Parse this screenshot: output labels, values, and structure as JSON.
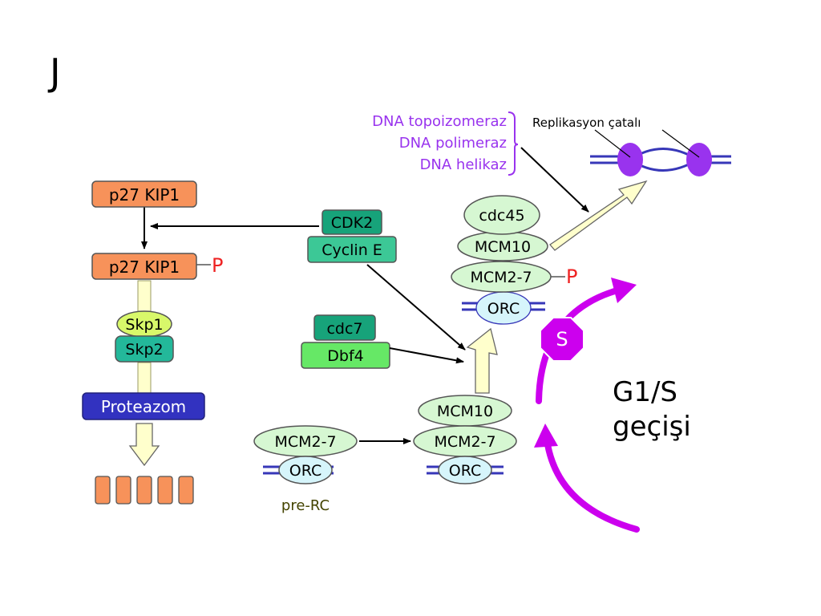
{
  "slide_letter": "J",
  "left_pathway": {
    "p27_top": "p27 KIP1",
    "p27_phospho": "p27 KIP1",
    "phospho_label": "P",
    "skp1": "Skp1",
    "skp2": "Skp2",
    "proteasome": "Proteazom",
    "fragment_count": 5
  },
  "kinases": {
    "cdk2": "CDK2",
    "cyclin_e": "Cyclin E",
    "cdc7": "cdc7",
    "dbf4": "Dbf4"
  },
  "pre_rc": {
    "mcm27": "MCM2-7",
    "orc": "ORC",
    "label": "pre-RC"
  },
  "middle_complex": {
    "mcm10": "MCM10",
    "mcm27": "MCM2-7",
    "orc": "ORC"
  },
  "active_complex": {
    "cdc45": "cdc45",
    "mcm10": "MCM10",
    "mcm27": "MCM2-7",
    "phospho_label": "P",
    "orc": "ORC"
  },
  "enzymes": [
    "DNA topoizomeraz",
    "DNA polimeraz",
    "DNA helikaz"
  ],
  "fork_label": "Replikasyon çatalı",
  "s_phase": "S",
  "transition": {
    "line1": "G1/S",
    "line2": "geçişi"
  },
  "colors": {
    "p27_fill": "#f7925a",
    "kinase_fill": "#3cc896",
    "kinase_dark": "#17a37a",
    "dbf4_fill": "#66e866",
    "skp1_fill": "#d8f86a",
    "skp2_fill": "#23b89a",
    "proteasome_fill": "#3232c0",
    "mcm_fill": "#d6f7d2",
    "orc_fill": "#d6f5fb",
    "purple_text": "#9933ee",
    "magenta": "#cc00ee",
    "dna_blue": "#3737b8",
    "fork_ball": "#9933ee",
    "phospho_red": "#ee2222",
    "block_arrow_fill": "#ffffcc"
  }
}
